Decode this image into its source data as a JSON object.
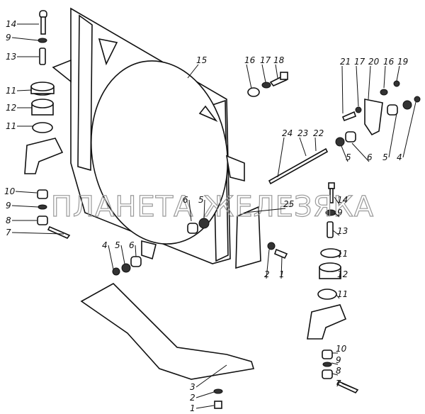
{
  "diagram": {
    "watermark": "ПЛАНЕТА ЖЕЛЕЗЯКА",
    "callouts": [
      "14",
      "9",
      "13",
      "11",
      "12",
      "11",
      "10",
      "9",
      "8",
      "7",
      "15",
      "16",
      "17",
      "18",
      "21",
      "17",
      "20",
      "16",
      "19",
      "5",
      "6",
      "5",
      "4",
      "24",
      "23",
      "22",
      "6",
      "5",
      "25",
      "14",
      "9",
      "13",
      "11",
      "12",
      "11",
      "4",
      "5",
      "6",
      "2",
      "1",
      "10",
      "9",
      "8",
      "7",
      "3",
      "2",
      "1"
    ]
  }
}
